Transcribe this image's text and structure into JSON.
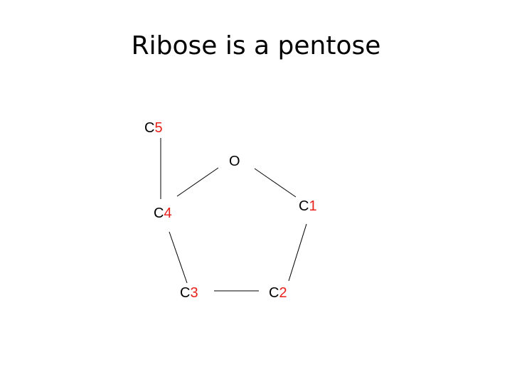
{
  "title": "Ribose is a pentose",
  "colors": {
    "text": "#000000",
    "number": "#e8201a",
    "bond": "#000000"
  },
  "atoms": {
    "c5": {
      "symbol": "C",
      "number": "5"
    },
    "o": {
      "symbol": "O",
      "number": ""
    },
    "c4": {
      "symbol": "C",
      "number": "4"
    },
    "c1": {
      "symbol": "C",
      "number": "1"
    },
    "c3": {
      "symbol": "C",
      "number": "3"
    },
    "c2": {
      "symbol": "C",
      "number": "2"
    }
  },
  "bonds": [
    [
      "c5",
      "c4"
    ],
    [
      "c4",
      "o"
    ],
    [
      "o",
      "c1"
    ],
    [
      "c1",
      "c2"
    ],
    [
      "c2",
      "c3"
    ],
    [
      "c3",
      "c4"
    ]
  ]
}
